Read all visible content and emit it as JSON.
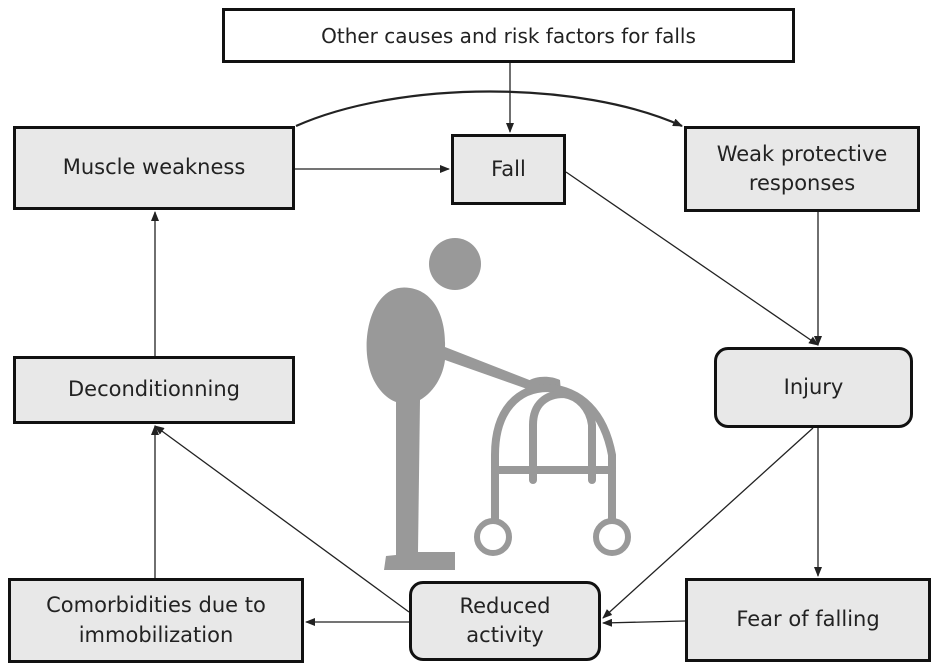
{
  "boxes": {
    "other_causes": "Other causes and risk factors for falls",
    "muscle_weakness": "Muscle weakness",
    "fall": "Fall",
    "weak_protective": "Weak protective\nresponses",
    "injury": "Injury",
    "deconditionning": "Deconditionning",
    "fear_of_falling": "Fear of falling",
    "reduced_activity": "Reduced\nactivity",
    "comorbidities": "Comorbidities due to\nimmobilization"
  },
  "colors": {
    "box_fill": "#e8e8e8",
    "border": "#111111",
    "arrow": "#222222",
    "figure": "#999999"
  },
  "icons": {
    "central_figure": "elderly-person-with-walker-icon"
  }
}
